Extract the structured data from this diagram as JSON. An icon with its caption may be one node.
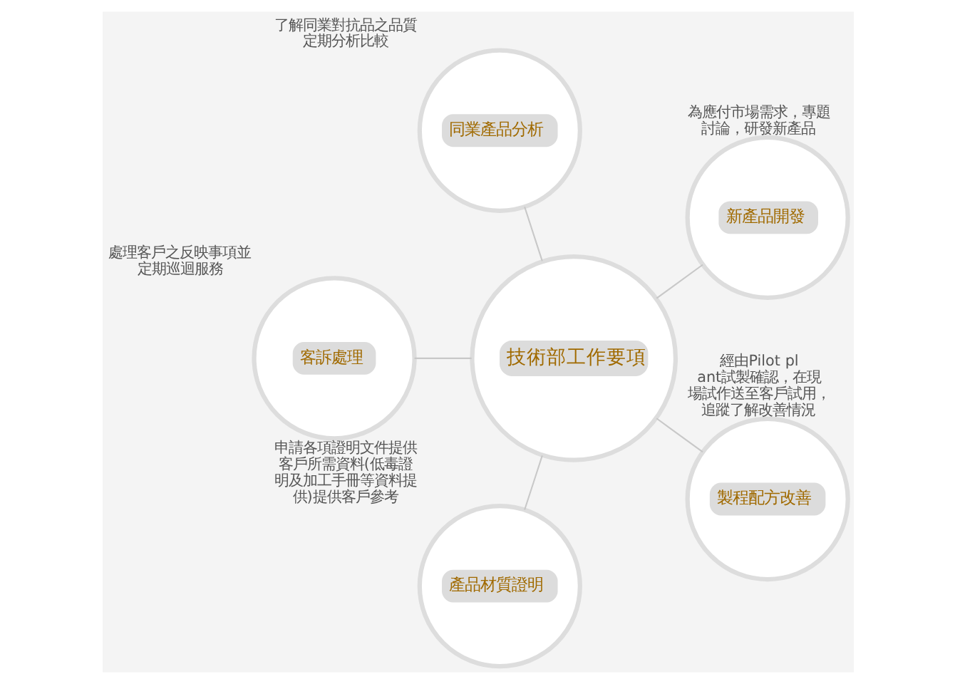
{
  "diagram": {
    "nodes": [
      {
        "text": [
          "技術部工作要項"
        ]
      },
      {
        "text": [
          "新產品開發"
        ],
        "beside": [
          "為應付市場需求，專題討論，研發新產品"
        ]
      },
      {
        "text": [
          "同業產品分析"
        ],
        "beside": [
          "了解同業對抗品之品質定期分析比較"
        ]
      },
      {
        "text": [
          "客訴處理"
        ],
        "beside": [
          "處理客戶之反映事項並定期巡迴服務"
        ]
      },
      {
        "text": [
          "產品材質證明"
        ],
        "beside": [
          "申請各項證明文件提供客戶所需資料(低毒證明及加工手冊等資料提供)提供客戶參考"
        ]
      },
      {
        "text": [
          "製程配方改善"
        ],
        "beside": [
          "經由Pilot plant試製確認，在現場試作送至客戶試用，追蹤了解改善情況"
        ]
      }
    ],
    "edges": [
      {
        "from": 0,
        "to": 1,
        "arrow": "none"
      },
      {
        "from": 0,
        "to": 2,
        "arrow": "none"
      },
      {
        "from": 0,
        "to": 3,
        "arrow": "none"
      },
      {
        "from": 0,
        "to": 4,
        "arrow": "none"
      },
      {
        "from": 0,
        "to": 5,
        "arrow": "none"
      }
    ]
  }
}
